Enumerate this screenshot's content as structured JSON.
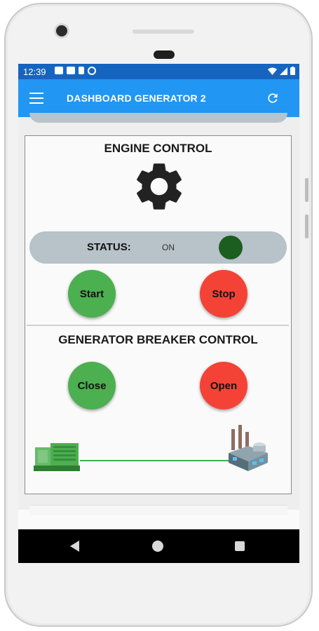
{
  "status_bar": {
    "time": "12:39",
    "notification_icons": [
      "message-icon",
      "image-icon",
      "sim-icon",
      "sync-icon"
    ],
    "system_icons": [
      "wifi-icon",
      "signal-icon",
      "battery-icon"
    ]
  },
  "app_bar": {
    "title": "DASHBOARD GENERATOR 2",
    "menu_icon": "hamburger-menu-icon",
    "refresh_icon": "refresh-icon",
    "color": "#2196f3"
  },
  "engine_control": {
    "title": "ENGINE CONTROL",
    "icon": "gear-icon",
    "status_label": "STATUS:",
    "status_value": "ON",
    "status_led_color": "#1b5e20",
    "start_label": "Start",
    "stop_label": "Stop"
  },
  "breaker_control": {
    "title": "GENERATOR BREAKER CONTROL",
    "close_label": "Close",
    "open_label": "Open",
    "generator_icon": "generator-icon",
    "factory_icon": "factory-icon",
    "line_color": "#3cae5a"
  },
  "colors": {
    "green_button": "#4caf50",
    "red_button": "#f44336",
    "status_bar_bg": "#b7c2c9"
  },
  "nav_bar": {
    "back_icon": "back-icon",
    "home_icon": "home-icon",
    "recents_icon": "recents-icon"
  }
}
